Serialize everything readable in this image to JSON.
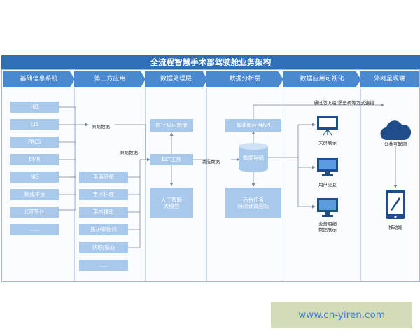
{
  "title": "全流程智慧手术部驾驶舱业务架构",
  "columns": [
    "基础信息系统",
    "第三方应用",
    "数据处理层",
    "数据分析层",
    "数据应用可视化",
    "外网呈现端"
  ],
  "basic_systems": [
    "HIS",
    "LIS",
    "PACS",
    "EMR",
    "NIS",
    "集成平台",
    "IOT平台",
    "......"
  ],
  "third_party": [
    "手麻系统",
    "手术护理",
    "手术排班",
    "医护事物词",
    "病理/输血",
    "......"
  ],
  "processing": {
    "knowledge": "医疗知识图谱",
    "elt": "ELT工具",
    "ai": "人工智能\n大模型"
  },
  "analysis": {
    "api": "驾驶舱应用API",
    "storage": "数据存储",
    "backend": "后台任务\n持续计算指标"
  },
  "labels": {
    "raw_data_1": "原始数据",
    "raw_data_2": "原始数据",
    "cleaned_data": "清洗数据",
    "firewall": "通过防火墙/堡垒机等方式连接"
  },
  "visual": {
    "big_screen": "大屏展示",
    "user_interaction": "用户交互",
    "detail": "业务明细\n数据展示"
  },
  "external": {
    "public_internet": "公共互联网",
    "mobile": "移动端"
  },
  "watermark": "www.cn-yiren.com",
  "colors": {
    "title_bg": "#2f6fb8",
    "header_bg": "#4a88cf",
    "box_bg": "#a8c8ec",
    "icon_dark": "#1f4d8c"
  }
}
